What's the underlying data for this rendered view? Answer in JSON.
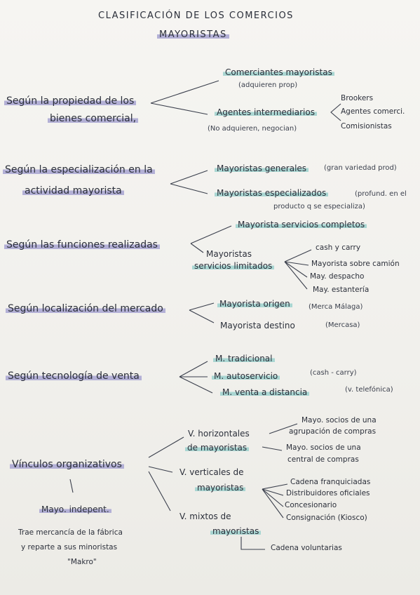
{
  "title": {
    "line1": "CLASIFICACIÓN DE LOS COMERCIOS",
    "line2": "MAYORISTAS"
  },
  "sections": {
    "propiedad": {
      "cat_line1": "Según la propiedad de los",
      "cat_line2": "bienes comercial,",
      "item1": "Comerciantes mayoristas",
      "item1_note": "(adquieren prop)",
      "item2": "Agentes intermediarios",
      "item2_note": "(No adquieren, negocian)",
      "sub1": "Brookers",
      "sub2": "Agentes comerci.",
      "sub3": "Comisionistas"
    },
    "especializacion": {
      "cat_line1": "Según la especialización en la",
      "cat_line2": "actividad mayorista",
      "item1": "Mayoristas generales",
      "item1_note": "(gran variedad prod)",
      "item2": "Mayoristas especializados",
      "item2_note_line1": "(profund. en el",
      "item2_note_line2": "producto q se especializa)"
    },
    "funciones": {
      "cat": "Según las funciones realizadas",
      "item1": "Mayorista servicios completos",
      "item2_line1": "Mayoristas",
      "item2_line2": "servicios limitados",
      "sub1": "cash y carry",
      "sub2": "Mayorista sobre camión",
      "sub3": "May. despacho",
      "sub4": "May. estantería"
    },
    "localizacion": {
      "cat": "Según localización del mercado",
      "item1": "Mayorista origen",
      "item1_note": "(Merca Málaga)",
      "item2": "Mayorista destino",
      "item2_note": "(Mercasa)"
    },
    "tecnologia": {
      "cat": "Según tecnología de venta",
      "item1": "M. tradicional",
      "item2": "M. autoservicio",
      "item2_note": "(cash - carry)",
      "item3": "M. venta a distancia",
      "item3_note": "(v. telefónica)"
    },
    "vinculos": {
      "cat": "Vínculos organizativos",
      "h_line1": "V. horizontales",
      "h_line2": "de mayoristas",
      "h_sub1_line1": "Mayo. socios de una",
      "h_sub1_line2": "agrupación de compras",
      "h_sub2_line1": "Mayo. socios de una",
      "h_sub2_line2": "central de compras",
      "v_line1": "V. verticales de",
      "v_line2": "mayoristas",
      "v_sub1": "Cadena franquiciadas",
      "v_sub2": "Distribuidores oficiales",
      "v_sub3": "Concesionario",
      "v_sub4": "Consignación (Kiosco)",
      "m_line1": "V. mixtos de",
      "m_line2": "mayoristas",
      "m_sub1": "Cadena voluntarias",
      "indep": "Mayo. indepent.",
      "indep_note_line1": "Trae mercancía de la fábrica",
      "indep_note_line2": "y reparte a sus minoristas",
      "indep_note_line3": "\"Makro\""
    }
  }
}
